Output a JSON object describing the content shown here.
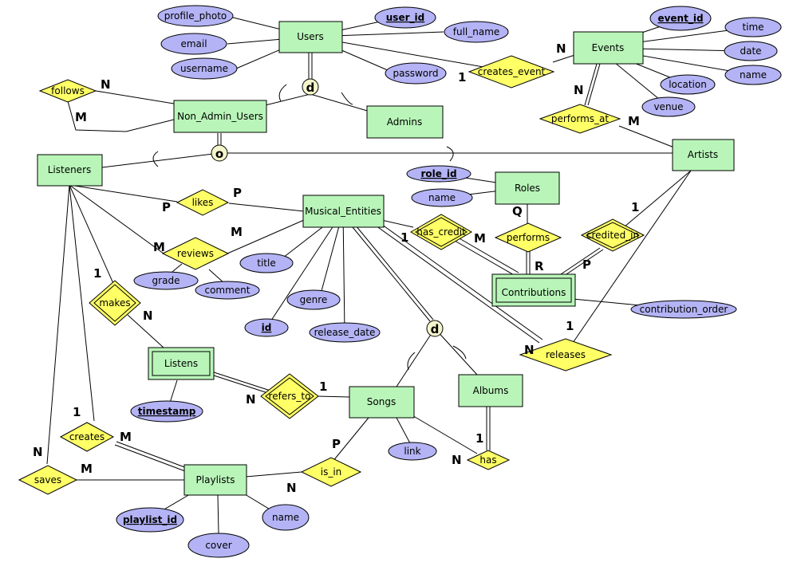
{
  "entities": {
    "users": "Users",
    "non_admin_users": "Non_Admin_Users",
    "admins": "Admins",
    "events": "Events",
    "artists": "Artists",
    "listeners": "Listeners",
    "roles": "Roles",
    "musical_entities": "Musical_Entities",
    "contributions": "Contributions",
    "listens": "Listens",
    "songs": "Songs",
    "albums": "Albums",
    "playlists": "Playlists"
  },
  "attributes": {
    "profile_photo": "profile_photo",
    "user_id": "user_id",
    "full_name": "full_name",
    "email": "email",
    "username": "username",
    "password": "password",
    "event_id": "event_id",
    "time": "time",
    "date": "date",
    "event_name": "name",
    "location": "location",
    "venue": "venue",
    "role_id": "role_id",
    "role_name": "name",
    "title": "title",
    "genre": "genre",
    "id": "id",
    "release_date": "release_date",
    "grade": "grade",
    "comment": "comment",
    "contribution_order": "contribution_order",
    "timestamp": "timestamp",
    "link": "link",
    "playlist_id": "playlist_id",
    "playlist_name": "name",
    "cover": "cover"
  },
  "relationships": {
    "follows": "follows",
    "creates_event": "creates_event",
    "performs_at": "performs_at",
    "likes": "likes",
    "reviews": "reviews",
    "has_credit": "has_credit",
    "performs": "performs",
    "credited_in": "credited_in",
    "makes": "makes",
    "releases": "releases",
    "refers_to": "refers_to",
    "creates": "creates",
    "has": "has",
    "saves": "saves",
    "is_in": "is_in"
  },
  "cardinalities": {
    "follows_n": "N",
    "follows_m": "M",
    "creates_event_1": "1",
    "creates_event_n": "N",
    "performs_at_n": "N",
    "performs_at_m": "M",
    "likes_p": "P",
    "likes_p2": "P",
    "reviews_m": "M",
    "reviews_m2": "M",
    "has_credit_1": "1",
    "has_credit_m": "M",
    "performs_q": "Q",
    "performs_r": "R",
    "credited_in_1": "1",
    "credited_in_p": "P",
    "makes_1": "1",
    "makes_n": "N",
    "releases_1": "1",
    "releases_n": "N",
    "refers_to_n": "N",
    "refers_to_1": "1",
    "creates_1": "1",
    "creates_m": "M",
    "has_1": "1",
    "has_n": "N",
    "saves_n": "N",
    "saves_m": "M",
    "is_in_p": "P",
    "is_in_n": "N"
  },
  "specializations": {
    "users_disjoint": "d",
    "nonadmin_overlap": "o",
    "musical_disjoint": "d"
  }
}
